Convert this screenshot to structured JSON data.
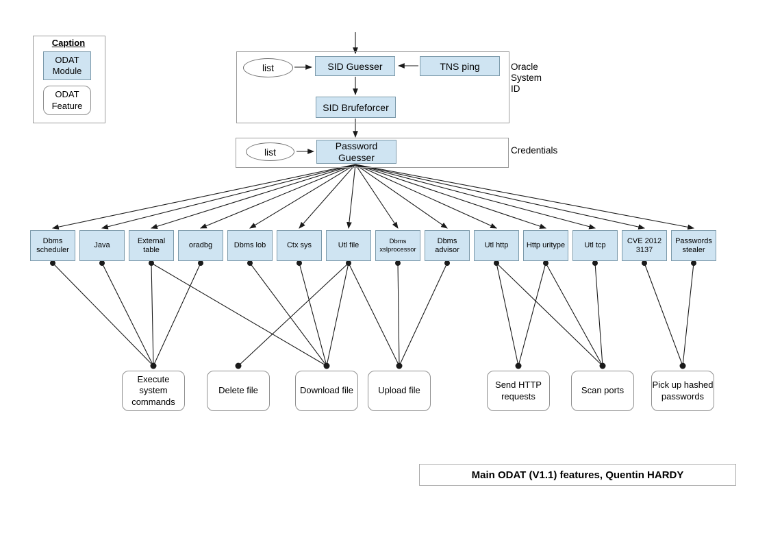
{
  "caption": {
    "title": "Caption",
    "module_label": "ODAT Module",
    "feature_label": "ODAT Feature"
  },
  "oracle_section": {
    "side_label": "Oracle System ID",
    "list_label": "list",
    "sid_guesser": "SID Guesser",
    "tns_ping": "TNS ping",
    "sid_bruteforcer": "SID Brufeforcer"
  },
  "credentials_section": {
    "side_label": "Credentials",
    "list_label": "list",
    "password_guesser": "Password Guesser"
  },
  "modules": [
    {
      "id": "dbms_scheduler",
      "label": "Dbms scheduler"
    },
    {
      "id": "java",
      "label": "Java"
    },
    {
      "id": "external_table",
      "label": "External table"
    },
    {
      "id": "oradbg",
      "label": "oradbg"
    },
    {
      "id": "dbms_lob",
      "label": "Dbms lob"
    },
    {
      "id": "ctx_sys",
      "label": "Ctx sys"
    },
    {
      "id": "utl_file",
      "label": "Utl file"
    },
    {
      "id": "dbms_xslprocessor",
      "label": "Dbms xslprocessor"
    },
    {
      "id": "dbms_advisor",
      "label": "Dbms advisor"
    },
    {
      "id": "utl_http",
      "label": "Utl http"
    },
    {
      "id": "http_uritype",
      "label": "Http uritype"
    },
    {
      "id": "utl_tcp",
      "label": "Utl tcp"
    },
    {
      "id": "cve_2012_3137",
      "label": "CVE 2012 3137"
    },
    {
      "id": "passwords_stealer",
      "label": "Passwords stealer"
    }
  ],
  "features": [
    {
      "id": "execute_system_commands",
      "label": "Execute system commands"
    },
    {
      "id": "delete_file",
      "label": "Delete file"
    },
    {
      "id": "download_file",
      "label": "Download file"
    },
    {
      "id": "upload_file",
      "label": "Upload file"
    },
    {
      "id": "send_http_requests",
      "label": "Send HTTP requests"
    },
    {
      "id": "scan_ports",
      "label": "Scan ports"
    },
    {
      "id": "pick_up_hashed_passwords",
      "label": "Pick up hashed passwords"
    }
  ],
  "module_feature_edges": [
    [
      "dbms_scheduler",
      "execute_system_commands"
    ],
    [
      "java",
      "execute_system_commands"
    ],
    [
      "external_table",
      "execute_system_commands"
    ],
    [
      "external_table",
      "download_file"
    ],
    [
      "oradbg",
      "execute_system_commands"
    ],
    [
      "dbms_lob",
      "download_file"
    ],
    [
      "ctx_sys",
      "download_file"
    ],
    [
      "utl_file",
      "delete_file"
    ],
    [
      "utl_file",
      "download_file"
    ],
    [
      "utl_file",
      "upload_file"
    ],
    [
      "dbms_xslprocessor",
      "upload_file"
    ],
    [
      "dbms_advisor",
      "upload_file"
    ],
    [
      "utl_http",
      "send_http_requests"
    ],
    [
      "utl_http",
      "scan_ports"
    ],
    [
      "http_uritype",
      "send_http_requests"
    ],
    [
      "http_uritype",
      "scan_ports"
    ],
    [
      "utl_tcp",
      "scan_ports"
    ],
    [
      "cve_2012_3137",
      "pick_up_hashed_passwords"
    ],
    [
      "passwords_stealer",
      "pick_up_hashed_passwords"
    ]
  ],
  "title_box": {
    "text": "Main ODAT (V1.1) features, Quentin HARDY"
  },
  "colors": {
    "module_fill": "#cfe4f2",
    "module_border": "#7b99aa",
    "line": "#1a1a1a",
    "frame_border": "#9b9b9b"
  }
}
